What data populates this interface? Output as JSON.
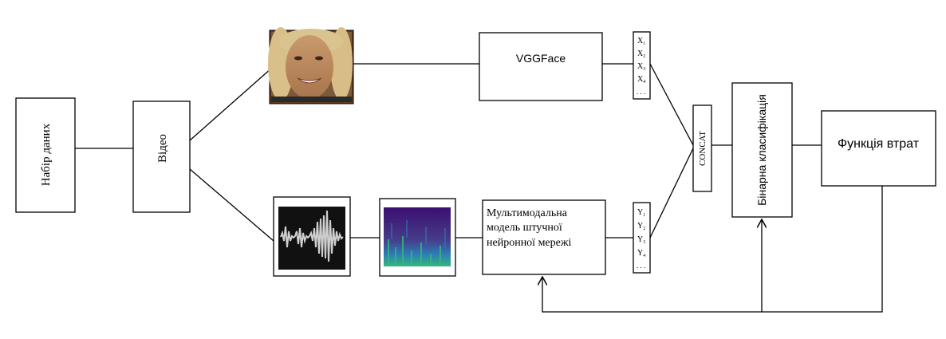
{
  "nodes": {
    "dataset": "Набір даних",
    "video": "Відео",
    "vggface": "VGGFace",
    "multimodal_line1": "Мультимодальна",
    "multimodal_line2": "модель штучної",
    "multimodal_line3": "нейронної мережі",
    "concat": "CONCAT",
    "binary_classification": "Бінарна класифікація",
    "loss_function": "Функція втрат"
  },
  "vectors": {
    "x": {
      "letter": "X",
      "subs": [
        "1",
        "2",
        "3",
        "4"
      ],
      "ellipsis": ". . ."
    },
    "y": {
      "letter": "Y",
      "subs": [
        "1",
        "2",
        "3",
        "4"
      ],
      "ellipsis": ". . ."
    }
  },
  "images": {
    "face_icon": "face-photo",
    "waveform_icon": "audio-waveform",
    "spectrogram_icon": "spectrogram"
  },
  "colors": {
    "waveform_bg": "#111111",
    "waveform_fg": "#cfcfcf",
    "spectrogram_dark": "#3b0f70",
    "spectrogram_mid": "#2c7fb8",
    "spectrogram_light": "#35b779"
  }
}
